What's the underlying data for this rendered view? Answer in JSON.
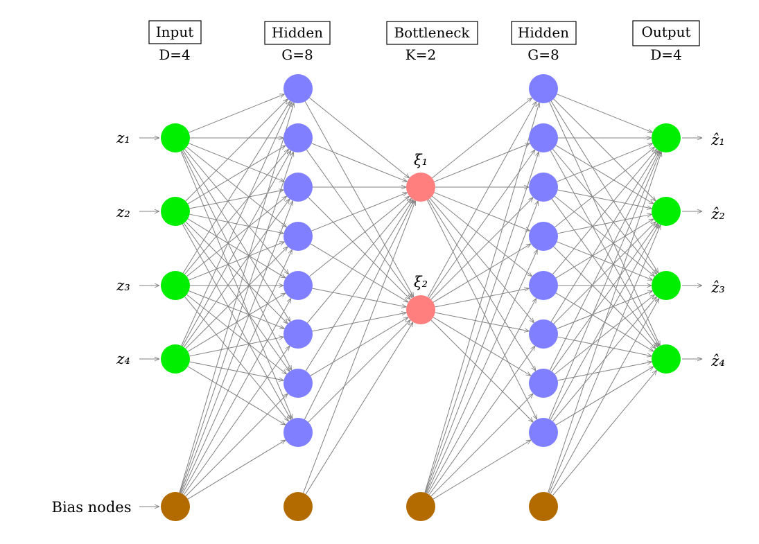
{
  "layers": [
    {
      "id": "input",
      "title": "Input",
      "dim": "D=4",
      "count": 4,
      "color": "#00ee00"
    },
    {
      "id": "hidden1",
      "title": "Hidden",
      "dim": "G=8",
      "count": 8,
      "color": "#7f7fff"
    },
    {
      "id": "bottleneck",
      "title": "Bottleneck",
      "dim": "K=2",
      "count": 2,
      "color": "#ff7f7f",
      "node_labels": [
        "ξ₁",
        "ξ₂"
      ]
    },
    {
      "id": "hidden2",
      "title": "Hidden",
      "dim": "G=8",
      "count": 8,
      "color": "#7f7fff"
    },
    {
      "id": "output",
      "title": "Output",
      "dim": "D=4",
      "count": 4,
      "color": "#00ee00"
    }
  ],
  "input_labels": [
    "z₁",
    "z₂",
    "z₃",
    "z₄"
  ],
  "output_labels": [
    "ẑ₁",
    "ẑ₂",
    "ẑ₃",
    "ẑ₄"
  ],
  "bias": {
    "label": "Bias nodes",
    "color": "#b36b00"
  },
  "edge_color": "#808080"
}
